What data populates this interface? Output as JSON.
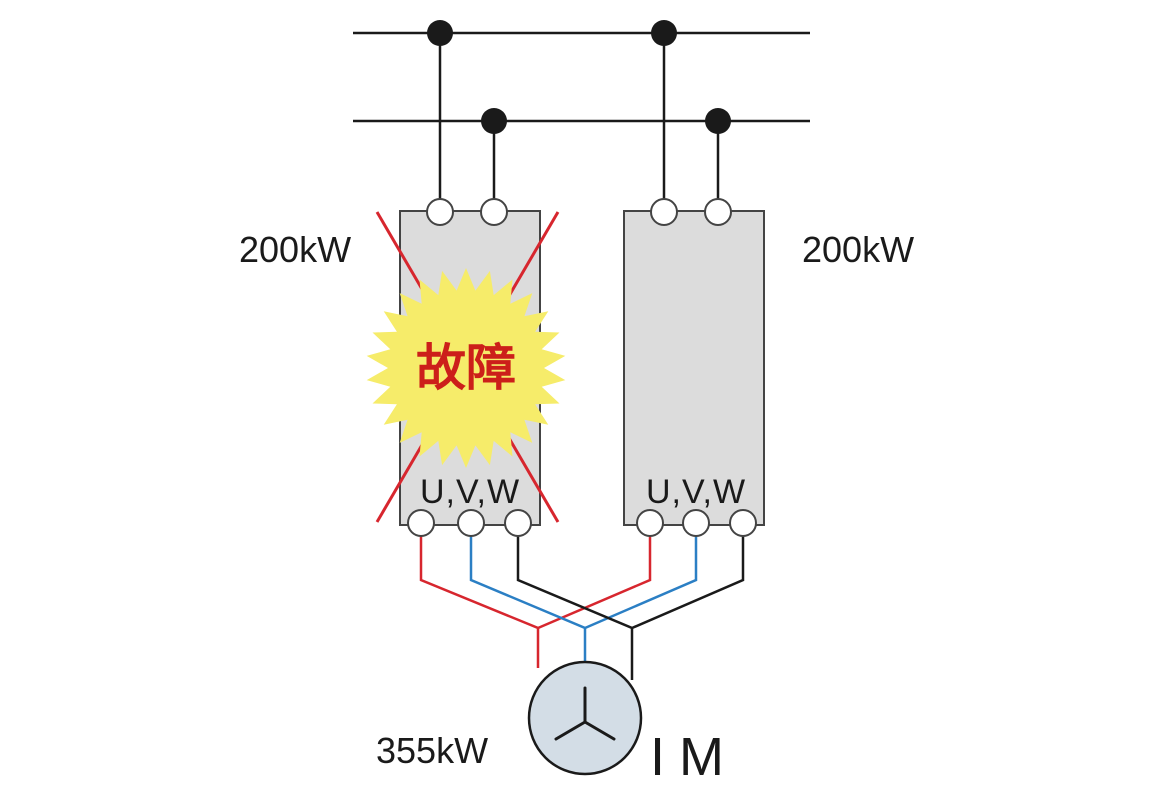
{
  "inverter_left": {
    "rating": "200kW",
    "terminals": "U,V,W",
    "fault_label": "故障"
  },
  "inverter_right": {
    "rating": "200kW",
    "terminals": "U,V,W"
  },
  "motor": {
    "rating": "355kW",
    "label": "IM"
  },
  "colors": {
    "line": "#1a1a1a",
    "phase_u": "#d7262e",
    "phase_v": "#2b7fc4",
    "phase_w": "#1a1a1a",
    "inverter_fill": "#dcdcdc",
    "motor_fill": "#d3dde6",
    "burst_fill": "#f6ec6a",
    "fault_text": "#cc1f1a"
  }
}
